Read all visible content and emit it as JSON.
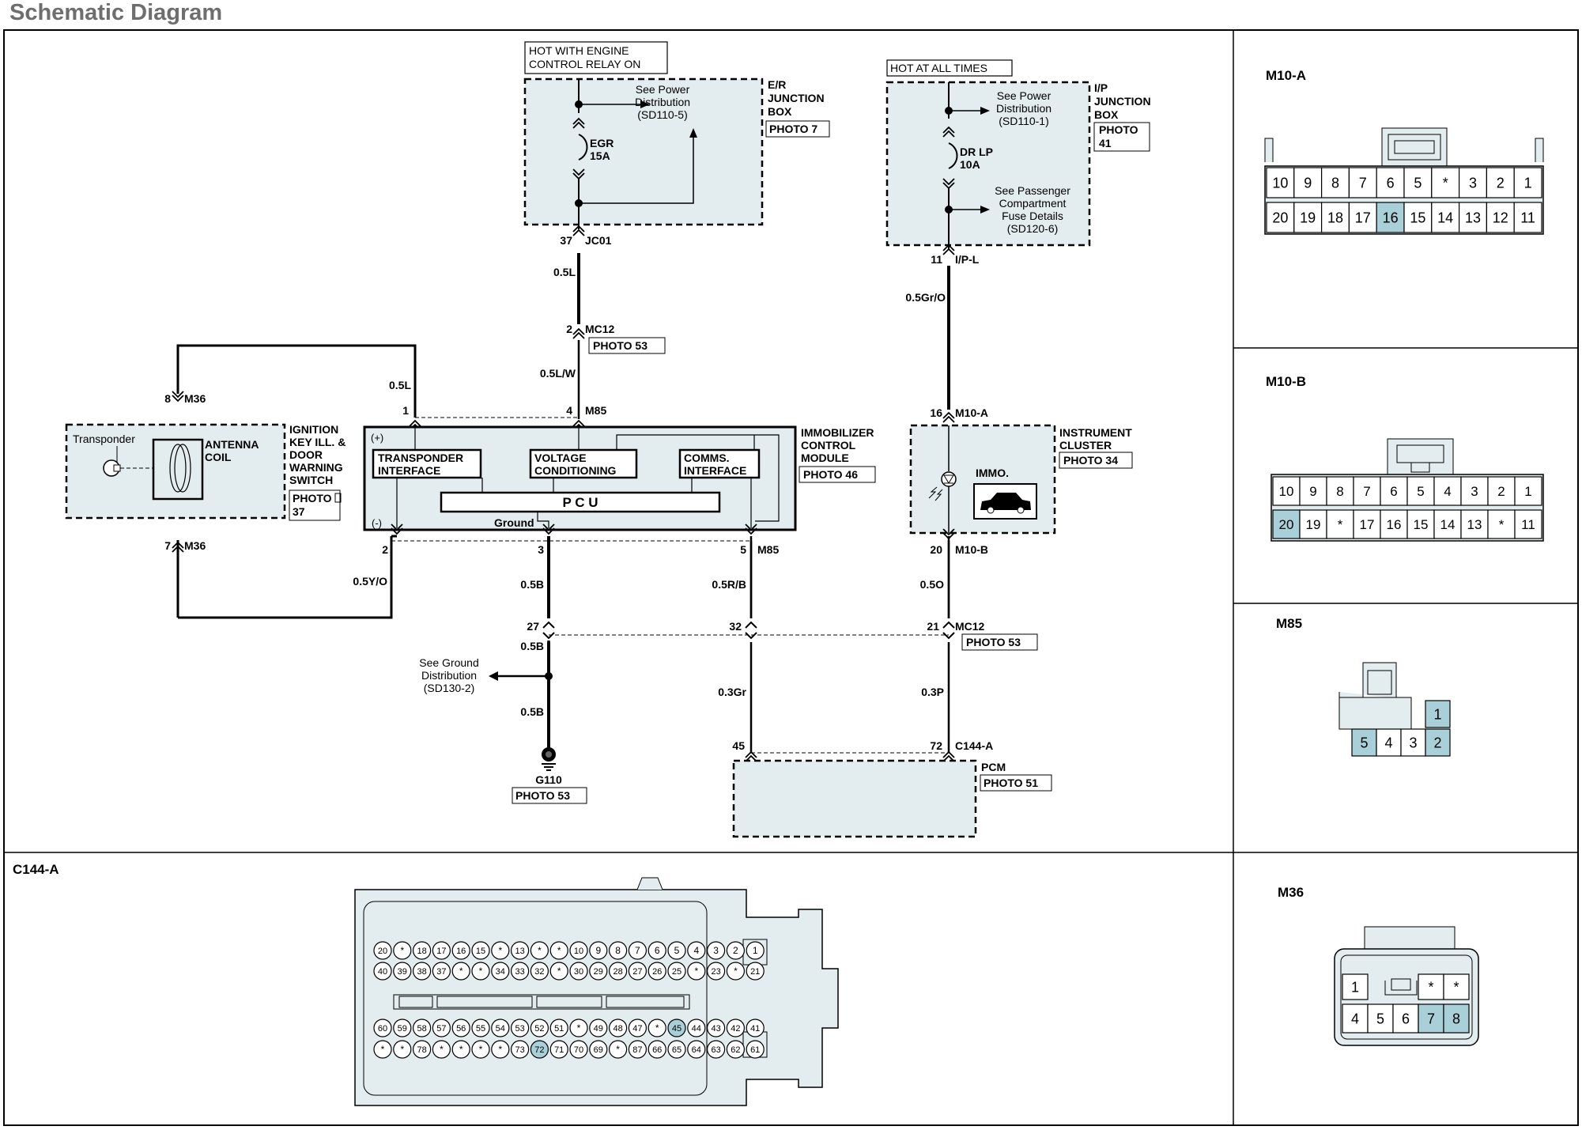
{
  "page_title": "Schematic Diagram",
  "colors": {
    "box_fill": "#e3ecee",
    "pin_highlight": "#a9d0d8",
    "frame": "#000000",
    "title_gray": "#6e6e6e"
  },
  "er_box": {
    "hot_label": [
      "HOT WITH ENGINE",
      "CONTROL RELAY ON"
    ],
    "name": [
      "E/R",
      "JUNCTION",
      "BOX"
    ],
    "photo": "PHOTO 7",
    "see_power": [
      "See Power",
      "Distribution",
      "(SD110-5)"
    ],
    "fuse": [
      "EGR",
      "15A"
    ],
    "pin": "37",
    "conn": "JC01"
  },
  "ip_box": {
    "hot_label": "HOT AT ALL TIMES",
    "name": [
      "I/P",
      "JUNCTION",
      "BOX"
    ],
    "photo": [
      "PHOTO",
      "41"
    ],
    "see_power": [
      "See Power",
      "Distribution",
      "(SD110-1)"
    ],
    "fuse": [
      "DR LP",
      "10A"
    ],
    "see_pass": [
      "See Passenger",
      "Compartment",
      "Fuse Details",
      "(SD120-6)"
    ],
    "pin": "11",
    "conn": "I/P-L"
  },
  "wires": {
    "w_05L_top": "0.5L",
    "w_05LW": "0.5L/W",
    "w_05GrO": "0.5Gr/O",
    "w_05L_left": "0.5L",
    "w_05YO": "0.5Y/O",
    "w_05B_1": "0.5B",
    "w_05B_2": "0.5B",
    "w_05B_3": "0.5B",
    "w_05RB": "0.5R/B",
    "w_03Gr": "0.3Gr",
    "w_05O": "0.5O",
    "w_03P": "0.3P"
  },
  "mc12_top": {
    "pin": "2",
    "conn": "MC12",
    "photo": "PHOTO 53"
  },
  "m36": {
    "pin_top": "8",
    "pin_bottom": "7",
    "conn": "M36"
  },
  "antenna": {
    "transponder": "Transponder",
    "coil": [
      "ANTENNA",
      "COIL"
    ],
    "name": [
      "IGNITION",
      "KEY ILL. &",
      "DOOR",
      "WARNING",
      "SWITCH"
    ],
    "photo": [
      "PHOTO",
      "37"
    ]
  },
  "icm": {
    "name": [
      "IMMOBILIZER",
      "CONTROL",
      "MODULE"
    ],
    "photo": "PHOTO 46",
    "transponder_if": [
      "TRANSPONDER",
      "INTERFACE"
    ],
    "voltage_cond": [
      "VOLTAGE",
      "CONDITIONING"
    ],
    "comms_if": [
      "COMMS.",
      "INTERFACE"
    ],
    "pcu": "P C U",
    "plus": "(+)",
    "minus": "(-)",
    "ground": "Ground",
    "pin_1": "1",
    "pin_4": "4",
    "conn_top": "M85",
    "pin_2": "2",
    "pin_3": "3",
    "pin_5": "5",
    "conn_bottom": "M85"
  },
  "cluster": {
    "name": [
      "INSTRUMENT",
      "CLUSTER"
    ],
    "photo": "PHOTO 34",
    "immo": "IMMO.",
    "pin_top": "16",
    "conn_top": "M10-A",
    "pin_bottom": "20",
    "conn_bottom": "M10-B"
  },
  "mc12_bottom": {
    "pin_27": "27",
    "pin_32": "32",
    "pin_21": "21",
    "conn": "MC12",
    "photo": "PHOTO 53"
  },
  "ground_dist": [
    "See Ground",
    "Distribution",
    "(SD130-2)"
  ],
  "g110": {
    "name": "G110",
    "photo": "PHOTO 53"
  },
  "pcm": {
    "pin_45": "45",
    "pin_72": "72",
    "conn": "C144-A",
    "name": "PCM",
    "photo": "PHOTO 51"
  },
  "connectors": {
    "m10a": {
      "title": "M10-A",
      "row1": [
        "10",
        "9",
        "8",
        "7",
        "6",
        "5",
        "*",
        "3",
        "2",
        "1"
      ],
      "row2": [
        "20",
        "19",
        "18",
        "17",
        "16",
        "15",
        "14",
        "13",
        "12",
        "11"
      ]
    },
    "m10b": {
      "title": "M10-B",
      "row1": [
        "10",
        "9",
        "8",
        "7",
        "6",
        "5",
        "4",
        "3",
        "2",
        "1"
      ],
      "row2": [
        "20",
        "19",
        "*",
        "17",
        "16",
        "15",
        "14",
        "13",
        "*",
        "11"
      ]
    },
    "m85": {
      "title": "M85",
      "top": "1",
      "bottom": [
        "5",
        "4",
        "3",
        "2"
      ]
    },
    "m36": {
      "title": "M36",
      "row1": [
        "1",
        "*",
        "*"
      ],
      "row2": [
        "4",
        "5",
        "6",
        "7",
        "8"
      ]
    },
    "c144a": {
      "title": "C144-A",
      "row1": [
        "20",
        "*",
        "18",
        "17",
        "16",
        "15",
        "*",
        "13",
        "*",
        "*",
        "10",
        "9",
        "8",
        "7",
        "6",
        "5",
        "4",
        "3",
        "2",
        "1"
      ],
      "row2": [
        "40",
        "39",
        "38",
        "37",
        "*",
        "*",
        "34",
        "33",
        "32",
        "*",
        "30",
        "29",
        "28",
        "27",
        "26",
        "25",
        "*",
        "23",
        "*",
        "21"
      ],
      "row3": [
        "60",
        "59",
        "58",
        "57",
        "56",
        "55",
        "54",
        "53",
        "52",
        "51",
        "*",
        "49",
        "48",
        "47",
        "*",
        "45",
        "44",
        "43",
        "42",
        "41"
      ],
      "row4": [
        "*",
        "*",
        "78",
        "*",
        "*",
        "*",
        "*",
        "73",
        "72",
        "71",
        "70",
        "69",
        "*",
        "87",
        "66",
        "65",
        "64",
        "63",
        "62",
        "61"
      ]
    }
  }
}
